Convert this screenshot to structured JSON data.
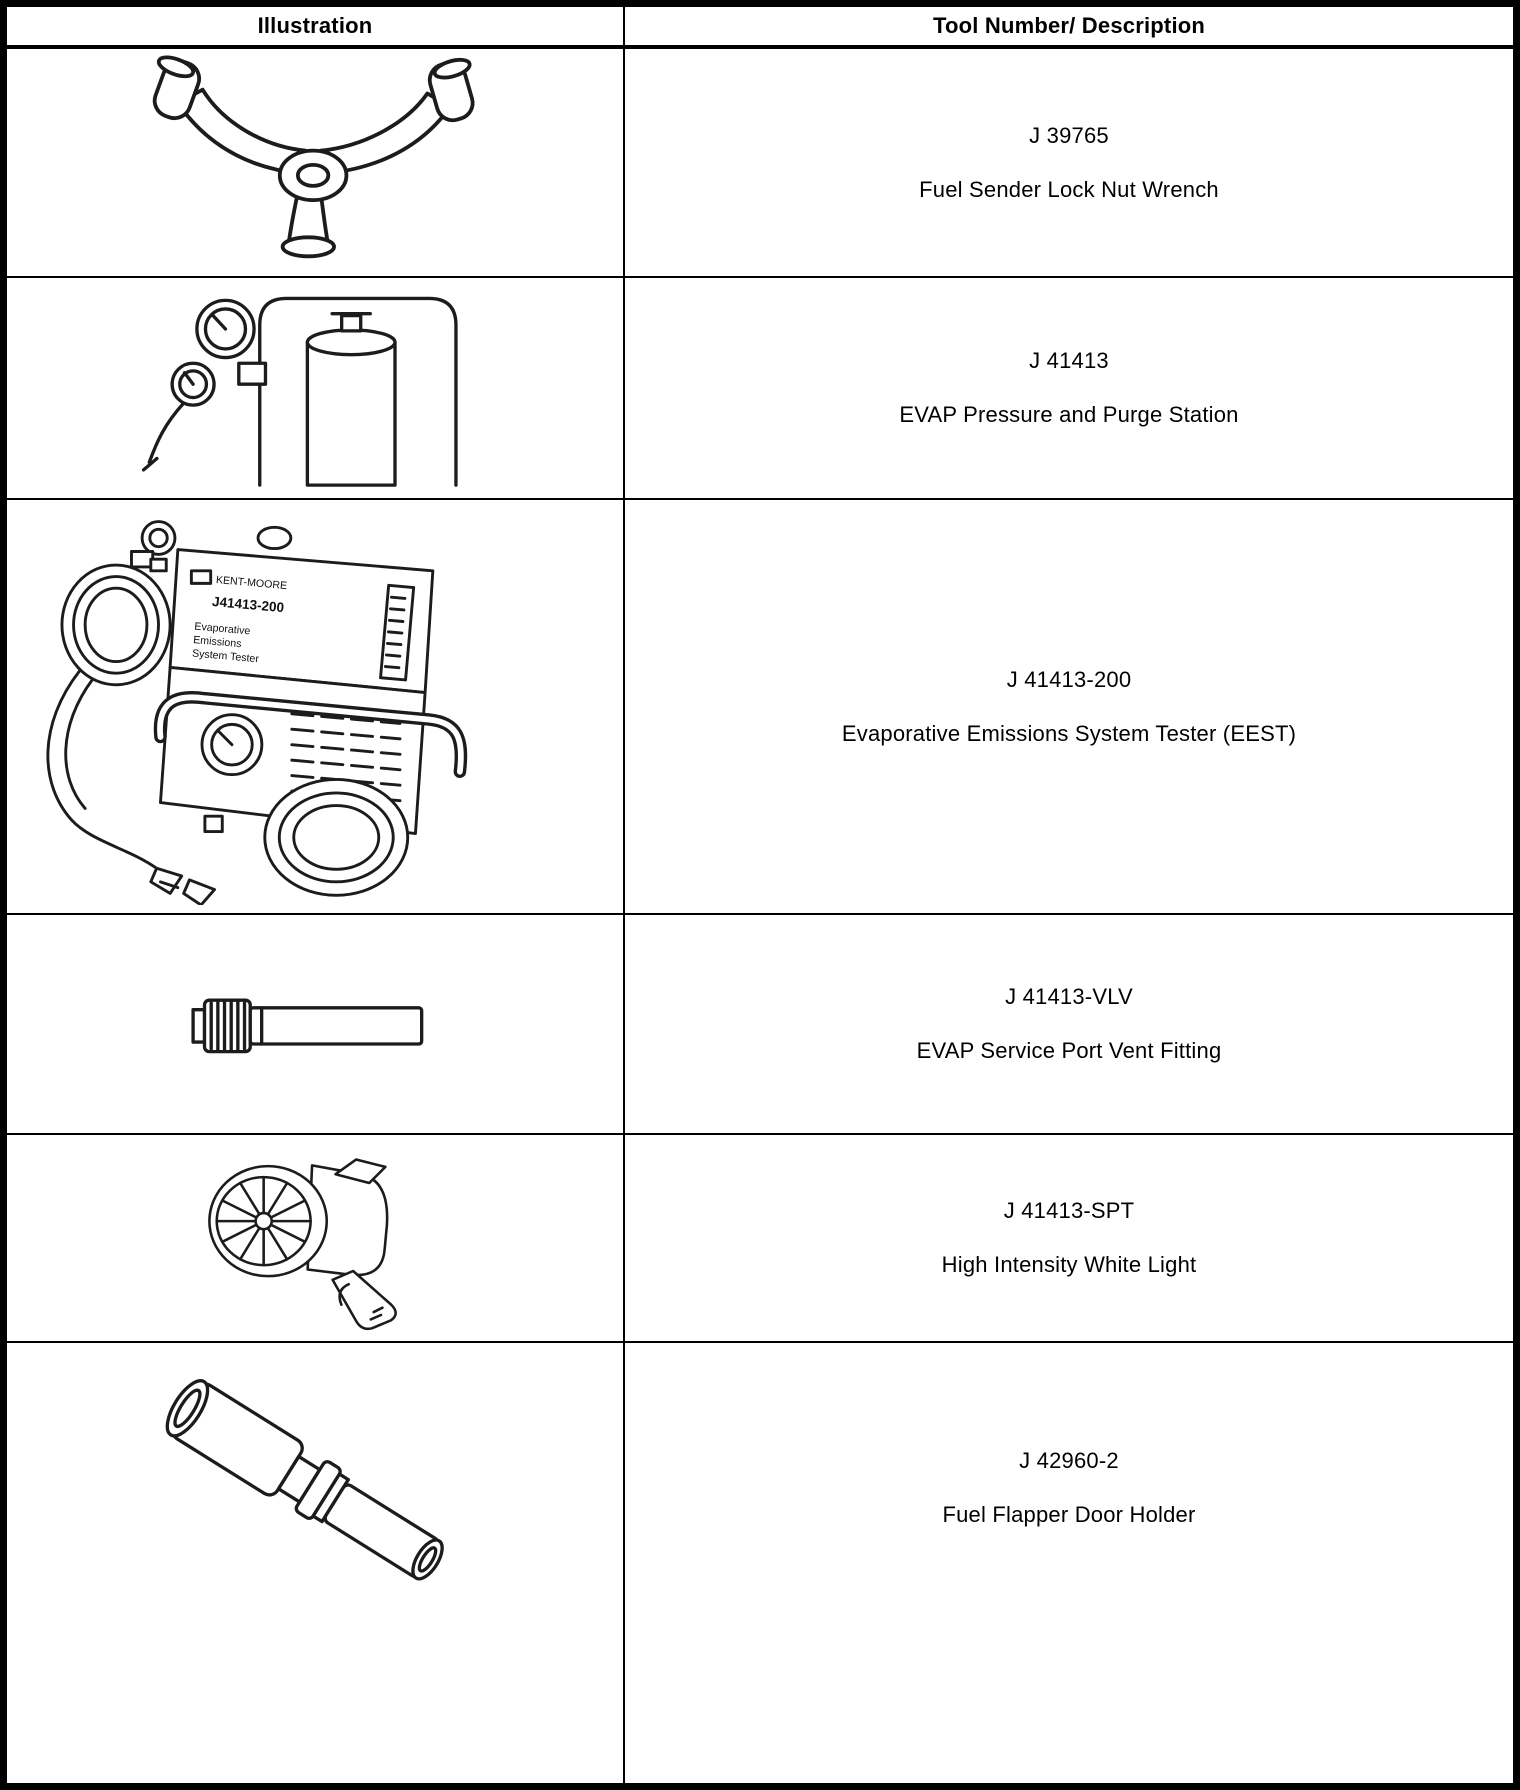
{
  "page": {
    "background": "#ffffff",
    "border_color": "#000000"
  },
  "table": {
    "headers": [
      {
        "id": "illustration",
        "label": "Illustration"
      },
      {
        "id": "tool",
        "label": "Tool Number/ Description"
      }
    ],
    "rows": [
      {
        "tool_number": "J 39765",
        "description": "Fuel Sender Lock Nut Wrench",
        "illustration_icon": "fuel-sender-lock-nut-wrench-illustration"
      },
      {
        "tool_number": "J 41413",
        "description": "EVAP Pressure and Purge Station",
        "illustration_icon": "evap-pressure-and-purge-station-illustration"
      },
      {
        "tool_number": "J 41413-200",
        "description": "Evaporative Emissions System Tester (EEST)",
        "illustration_icon": "evaporative-emissions-system-tester-illustration",
        "illustration_text": {
          "brand": "KENT-MOORE",
          "model": "J41413-200",
          "caption_line1": "Evaporative",
          "caption_line2": "Emissions",
          "caption_line3": "System Tester"
        }
      },
      {
        "tool_number": "J 41413-VLV",
        "description": "EVAP Service Port Vent Fitting",
        "illustration_icon": "evap-service-port-vent-fitting-illustration"
      },
      {
        "tool_number": "J 41413-SPT",
        "description": "High Intensity White Light",
        "illustration_icon": "high-intensity-white-light-illustration"
      },
      {
        "tool_number": "J 42960-2",
        "description": "Fuel Flapper Door Holder",
        "illustration_icon": "fuel-flapper-door-holder-illustration"
      }
    ]
  }
}
